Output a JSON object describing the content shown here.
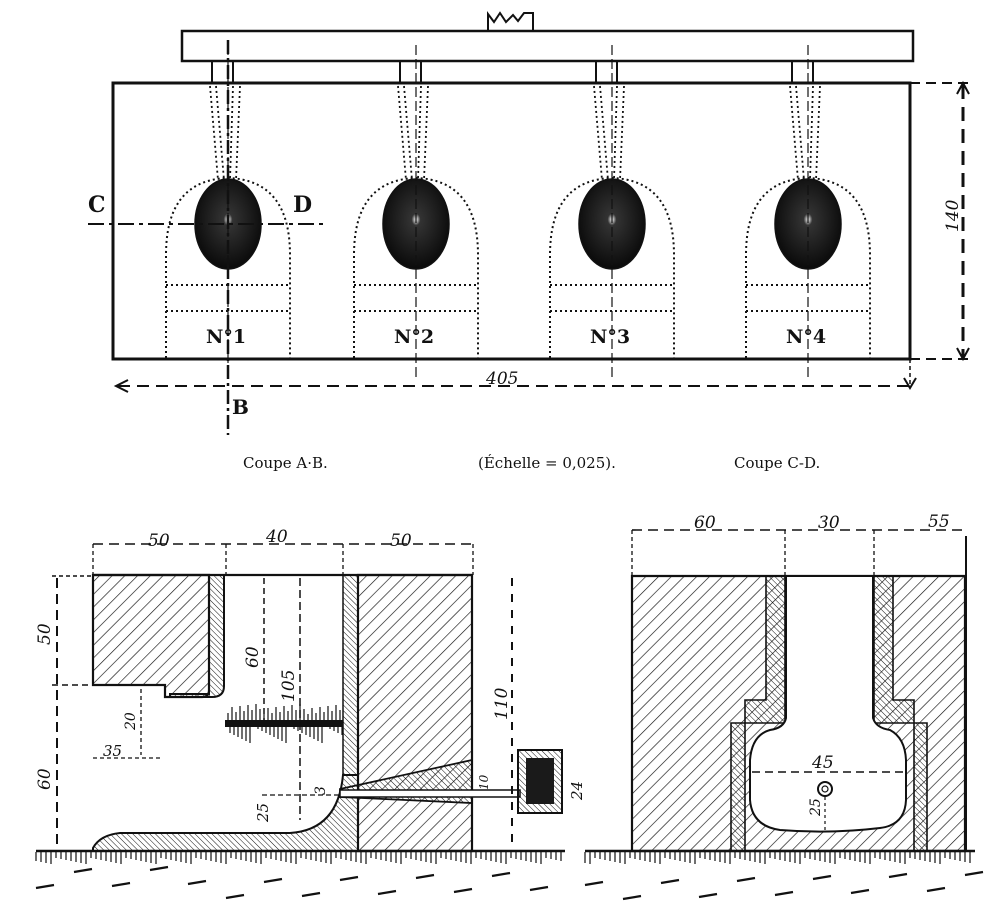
{
  "plan": {
    "section_markers": {
      "c": "C",
      "d": "D",
      "b": "B"
    },
    "chambers": [
      {
        "label": "N°1"
      },
      {
        "label": "N°2"
      },
      {
        "label": "N°3"
      },
      {
        "label": "N°4"
      }
    ],
    "dimensions": {
      "length": "405",
      "height": "140"
    }
  },
  "captions": {
    "section_ab": "Coupe A·B.",
    "scale": "(Échelle  = 0,025).",
    "section_cd": "Coupe C-D."
  },
  "section_ab": {
    "dimensions": {
      "top_left": "50",
      "top_middle": "40",
      "top_right": "50",
      "left_upper": "50",
      "left_lower": "60",
      "inner_60": "60",
      "inner_105": "105",
      "right_height": "110",
      "step_height": "20",
      "step_width": "35",
      "floor_rise": "25",
      "tuyere_3": "3",
      "tuyere_10": "10",
      "box_24": "24"
    }
  },
  "section_cd": {
    "dimensions": {
      "top_left": "60",
      "top_middle": "30",
      "top_right": "55",
      "chamber_width": "45",
      "chamber_floor": "25"
    }
  },
  "colors": {
    "ink": "#111111",
    "paper": "#ffffff"
  }
}
